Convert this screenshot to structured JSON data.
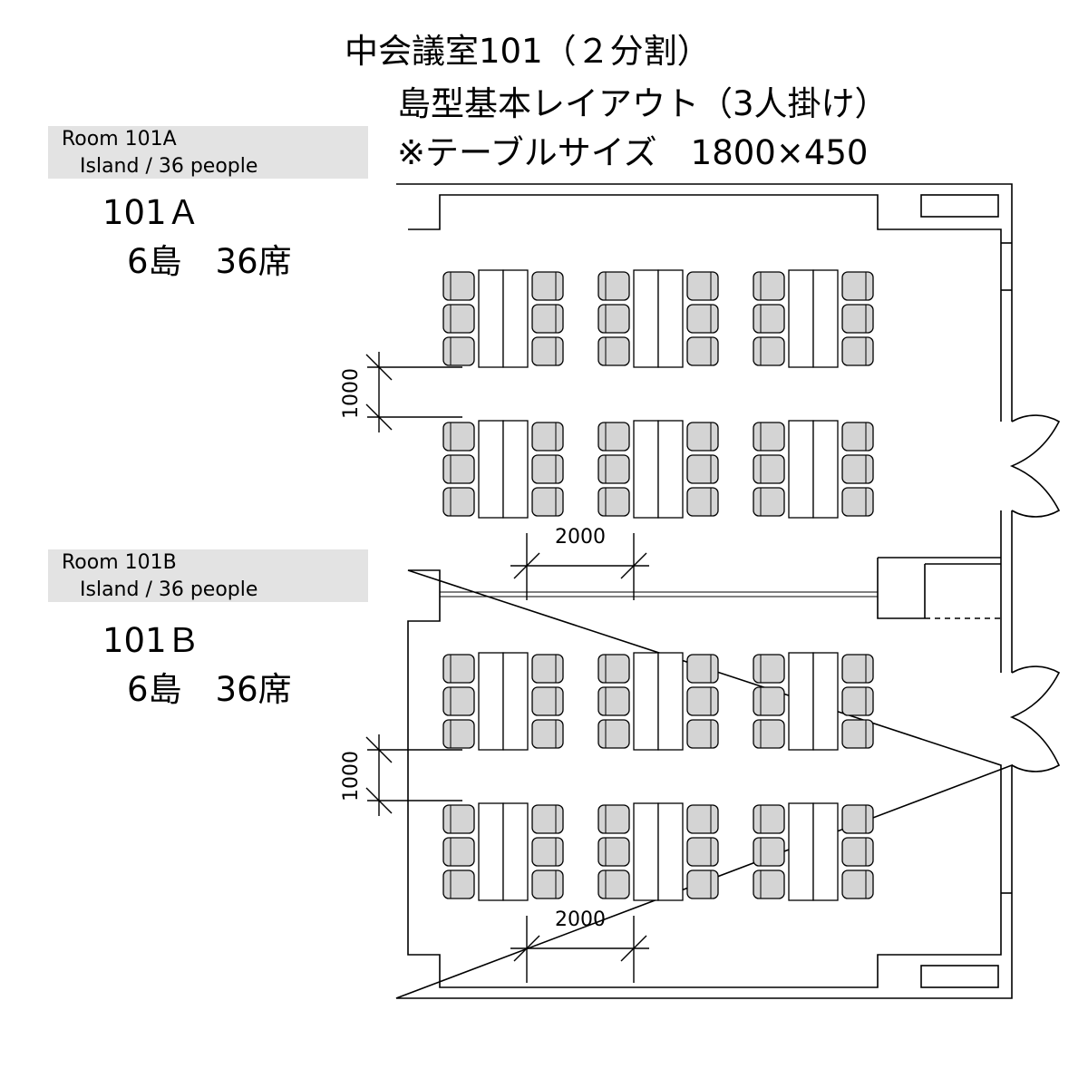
{
  "title": {
    "line1": "中会議室101（２分割）",
    "line2": "島型基本レイアウト（3人掛け）",
    "line3": "※テーブルサイズ　1800×450"
  },
  "rooms": [
    {
      "label_line1": "Room 101A",
      "label_line2": "Island / 36 people",
      "name": "101Ａ",
      "count": "6島　36席"
    },
    {
      "label_line1": "Room 101B",
      "label_line2": "Island / 36 people",
      "name": "101Ｂ",
      "count": "6島　36席"
    }
  ],
  "dimensions": {
    "row_gap": "1000",
    "island_gap": "2000"
  },
  "colors": {
    "chair_fill": "#d4d4d4",
    "label_bg": "#e3e3e3",
    "line": "#000000"
  }
}
